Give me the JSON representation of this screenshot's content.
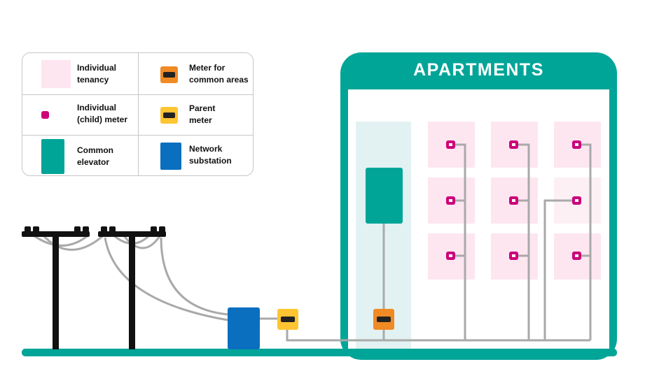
{
  "legend": {
    "individual_tenancy": "Individual\ntenancy",
    "child_meter": "Individual\n(child) meter",
    "common_elevator": "Common\nelevator",
    "common_meter": "Meter for\ncommon areas",
    "parent_meter": "Parent\nmeter",
    "network_substation": "Network\nsubstation"
  },
  "building": {
    "title": "APARTMENTS"
  },
  "colors": {
    "teal": "#00a598",
    "tenancy_pink": "#fde6f0",
    "child_meter": "#cc007a",
    "common_meter": "#f08a24",
    "parent_meter": "#fdc532",
    "substation": "#0a6fbf",
    "cable": "#a9a9a9",
    "pole": "#111111"
  }
}
